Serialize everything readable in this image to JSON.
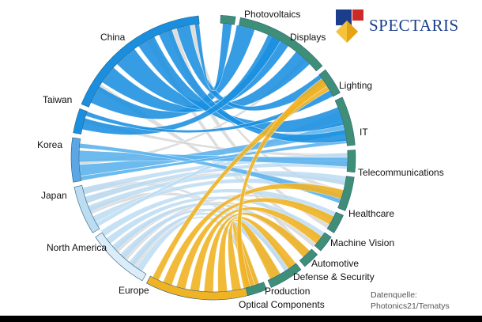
{
  "logo": {
    "name": "SPECTARIS",
    "icon": "spectaris-diamond-logo"
  },
  "source": {
    "line1": "Datenquelle:",
    "line2": "Photonics21/Tematys"
  },
  "colors": {
    "left_dark": "#1a8fe0",
    "left_mid": "#5cb3ec",
    "left_light": "#bcdcf2",
    "left_pale": "#dcecf8",
    "right": "#3f8f78",
    "europe": "#f0b323",
    "neutral": "#d2d2d2"
  },
  "regions": [
    {
      "id": "china",
      "label": "China",
      "fill": "#1a8fe0"
    },
    {
      "id": "taiwan",
      "label": "Taiwan",
      "fill": "#1a8fe0"
    },
    {
      "id": "korea",
      "label": "Korea",
      "fill": "#5ca6e6"
    },
    {
      "id": "japan",
      "label": "Japan",
      "fill": "#bcdcf2"
    },
    {
      "id": "north_america",
      "label": "North America",
      "fill": "#dcecf8"
    },
    {
      "id": "europe",
      "label": "Europe",
      "fill": "#f0b323"
    }
  ],
  "sectors": [
    {
      "id": "photovoltaics",
      "label": "Photovoltaics"
    },
    {
      "id": "displays",
      "label": "Displays"
    },
    {
      "id": "lighting",
      "label": "Lighting"
    },
    {
      "id": "it",
      "label": "IT"
    },
    {
      "id": "telecommunications",
      "label": "Telecommunications"
    },
    {
      "id": "healthcare",
      "label": "Healthcare"
    },
    {
      "id": "machine_vision",
      "label": "Machine Vision"
    },
    {
      "id": "automotive",
      "label": "Automotive"
    },
    {
      "id": "defense_security",
      "label": "Defense & Security"
    },
    {
      "id": "production",
      "label": "Production"
    },
    {
      "id": "optical_components",
      "label": "Optical Components"
    }
  ]
}
